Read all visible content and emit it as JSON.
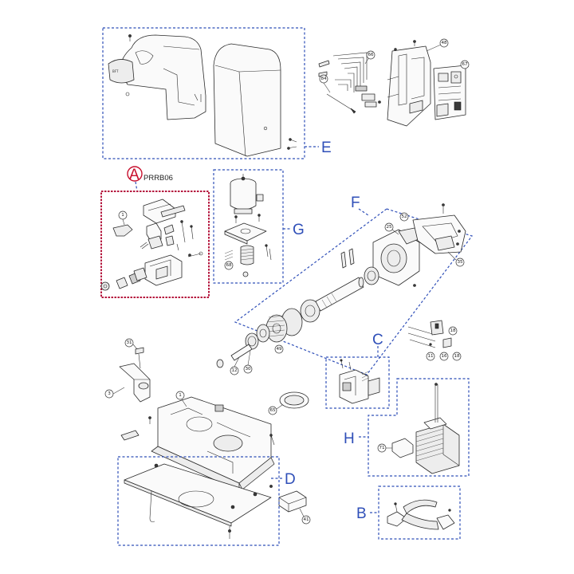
{
  "groups": {
    "A": {
      "letter": "A",
      "kit_code": "PRRB06"
    },
    "B": {
      "letter": "B"
    },
    "C": {
      "letter": "C"
    },
    "D": {
      "letter": "D"
    },
    "E": {
      "letter": "E"
    },
    "F": {
      "letter": "F"
    },
    "G": {
      "letter": "G"
    },
    "H": {
      "letter": "H"
    }
  },
  "callouts": {
    "c66": "66",
    "c48": "48",
    "c84": "84",
    "c67": "67",
    "c1a": "1",
    "c68": "68",
    "c52": "52",
    "c25": "25",
    "c35": "35",
    "c49": "49",
    "c12": "12",
    "c30": "30",
    "c18a": "18",
    "c11": "11",
    "c16": "16",
    "c18b": "18",
    "c31": "31",
    "c3": "3",
    "c1b": "1",
    "c65": "65",
    "c71": "71",
    "c41": "41"
  },
  "colors": {
    "group_frame": "#2f4fb8",
    "highlight_frame": "#b5183f",
    "highlight_letter": "#c8102e"
  }
}
